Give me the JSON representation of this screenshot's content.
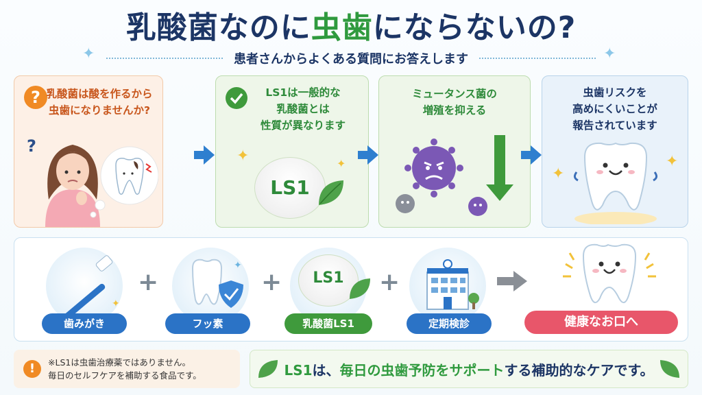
{
  "header": {
    "title_part1": "乳酸菌なのに",
    "title_highlight": "虫歯",
    "title_part2": "にならないの?",
    "subtitle": "患者さんからよくある質問にお答えします"
  },
  "steps": [
    {
      "icon": "question-icon",
      "icon_text": "?",
      "line1": "乳酸菌は酸を作るから",
      "line2": "虫歯になりませんか?",
      "color": "#c8561c"
    },
    {
      "icon": "check-icon",
      "line1": "LS1は一般的な",
      "line2": "乳酸菌とは",
      "line3": "性質が異なります",
      "color": "#2e8a3a",
      "tablet_label": "LS1"
    },
    {
      "line1": "ミュータンス菌の",
      "line2": "増殖を抑える",
      "color": "#2e8a3a"
    },
    {
      "line1": "虫歯リスクを",
      "line2": "高めにくいことが",
      "line3": "報告されています",
      "color": "#1c3565"
    }
  ],
  "care_items": [
    {
      "icon": "toothbrush-icon",
      "label": "歯みがき",
      "color": "#2b73c6"
    },
    {
      "icon": "fluoride-shield-icon",
      "label": "フッ素",
      "color": "#2b73c6"
    },
    {
      "icon": "ls1-tablet-icon",
      "label": "乳酸菌LS1",
      "tablet_label": "LS1",
      "color": "#3f9a3c"
    },
    {
      "icon": "dental-clinic-icon",
      "label": "定期検診",
      "color": "#2b73c6"
    }
  ],
  "result": {
    "label": "健康なお口へ",
    "color": "#e8566a"
  },
  "plus_symbol": "+",
  "note": {
    "icon_text": "!",
    "line1": "※LS1は虫歯治療薬ではありません。",
    "line2": "毎日のセルフケアを補助する食品です。"
  },
  "banner": {
    "part1": "LS1",
    "part2": "は、",
    "part3": "毎日の虫歯予防をサポート",
    "part4": "する補助的なケアです。"
  }
}
